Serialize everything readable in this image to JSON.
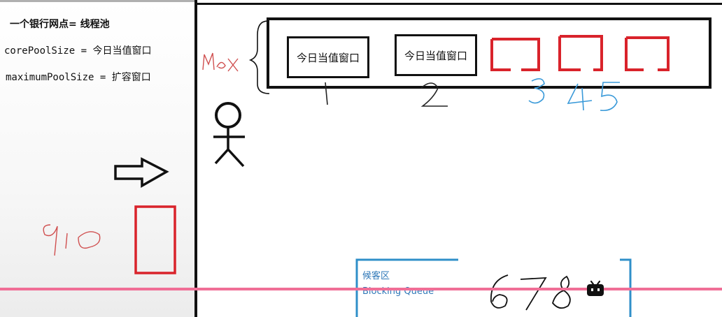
{
  "left_notes": {
    "heading": "一个银行网点= 线程池",
    "core_key": "corePoolSize",
    "core_eq": " = ",
    "core_value": "今日当值窗口",
    "max_key": "maximumPoolSize",
    "max_eq": " = ",
    "max_value": "扩容窗口"
  },
  "counters": {
    "window_1": "今日当值窗口",
    "window_2": "今日当值窗口"
  },
  "handwriting": {
    "max": "Max",
    "n1": "1",
    "n2": "2",
    "n345": "345",
    "n678": "678",
    "n910": "910"
  },
  "waiting_area": {
    "title": "候客区",
    "subtitle": "Blocking Queue"
  },
  "colors": {
    "red": "#d9232b",
    "blue": "#2f8fc9",
    "pink": "#f06e96"
  }
}
